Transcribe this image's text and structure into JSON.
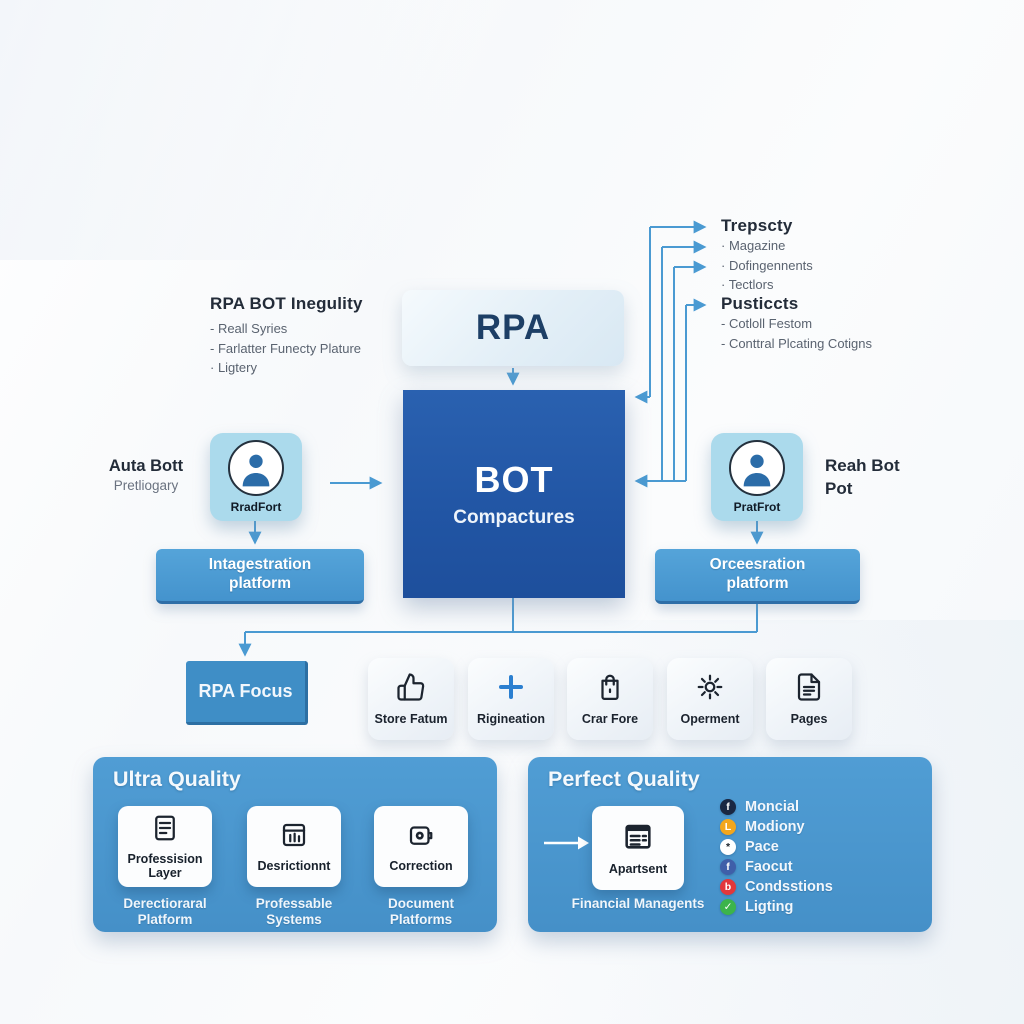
{
  "left_note": {
    "title": "RPA BOT Inegulity",
    "items": [
      "- Reall Syries",
      "- Farlatter Funecty Plature",
      "· Ligtery"
    ]
  },
  "right_notes": {
    "trepscty": {
      "title": "Trepscty",
      "items": [
        "· Magazine",
        "· Dofingennents",
        "· Tectlors"
      ]
    },
    "pusticcts": {
      "title": "Pusticcts",
      "items": [
        "- Cotloll Festom",
        "- Conttral Plcating Cotigns"
      ]
    }
  },
  "rpa_box": {
    "label": "RPA"
  },
  "bot_box": {
    "title": "BOT",
    "subtitle": "Compactures"
  },
  "left_agent": {
    "label": "RradFort",
    "side_title": "Auta Bott",
    "side_subtitle": "Pretliogary"
  },
  "right_agent": {
    "label": "PratFrot",
    "side_line1": "Reah Bot",
    "side_line2": "Pot"
  },
  "left_platform": {
    "line1": "Intagestration",
    "line2": "platform"
  },
  "right_platform": {
    "line1": "Orceesration",
    "line2": "platform"
  },
  "rpa_focus": {
    "label": "RPA Focus"
  },
  "icon_row": [
    {
      "label": "Store Fatum",
      "icon": "thumbs-up-icon"
    },
    {
      "label": "Rigineation",
      "icon": "plus-icon"
    },
    {
      "label": "Crar Fore",
      "icon": "shopping-bag-icon"
    },
    {
      "label": "Operment",
      "icon": "gear-icon"
    },
    {
      "label": "Pages",
      "icon": "document-icon"
    }
  ],
  "ultra_quality": {
    "title": "Ultra Quality",
    "cards": [
      {
        "label": "Professision Layer",
        "icon": "document-lines-icon",
        "caption": "Derectioraral Platform"
      },
      {
        "label": "Desrictionnt",
        "icon": "browser-chart-icon",
        "caption": "Professable Systems"
      },
      {
        "label": "Correction",
        "icon": "camera-icon",
        "caption": "Document Platforms"
      }
    ]
  },
  "perfect_quality": {
    "title": "Perfect Quality",
    "card": {
      "label": "Apartsent",
      "icon": "newspaper-icon",
      "caption": "Financial Managents"
    },
    "social": [
      {
        "label": "Moncial",
        "glyph": "f",
        "bg": "#1a2742",
        "fg": "#ffffff"
      },
      {
        "label": "Modiony",
        "glyph": "L",
        "bg": "#f3a61d",
        "fg": "#ffffff"
      },
      {
        "label": "Pace",
        "glyph": "*",
        "bg": "#ffffff",
        "fg": "#1d242b"
      },
      {
        "label": "Faocut",
        "glyph": "f",
        "bg": "#3f5fa9",
        "fg": "#ffffff"
      },
      {
        "label": "Condsstions",
        "glyph": "b",
        "bg": "#e2373b",
        "fg": "#ffffff"
      },
      {
        "label": "Ligting",
        "glyph": "✓",
        "bg": "#3cb44b",
        "fg": "#ffffff"
      }
    ]
  },
  "colors": {
    "connector": "#4a9ad2",
    "bot_blue": "#2155a4",
    "panel_blue": "#4a97cf",
    "agent_cyan": "#abdaec"
  }
}
